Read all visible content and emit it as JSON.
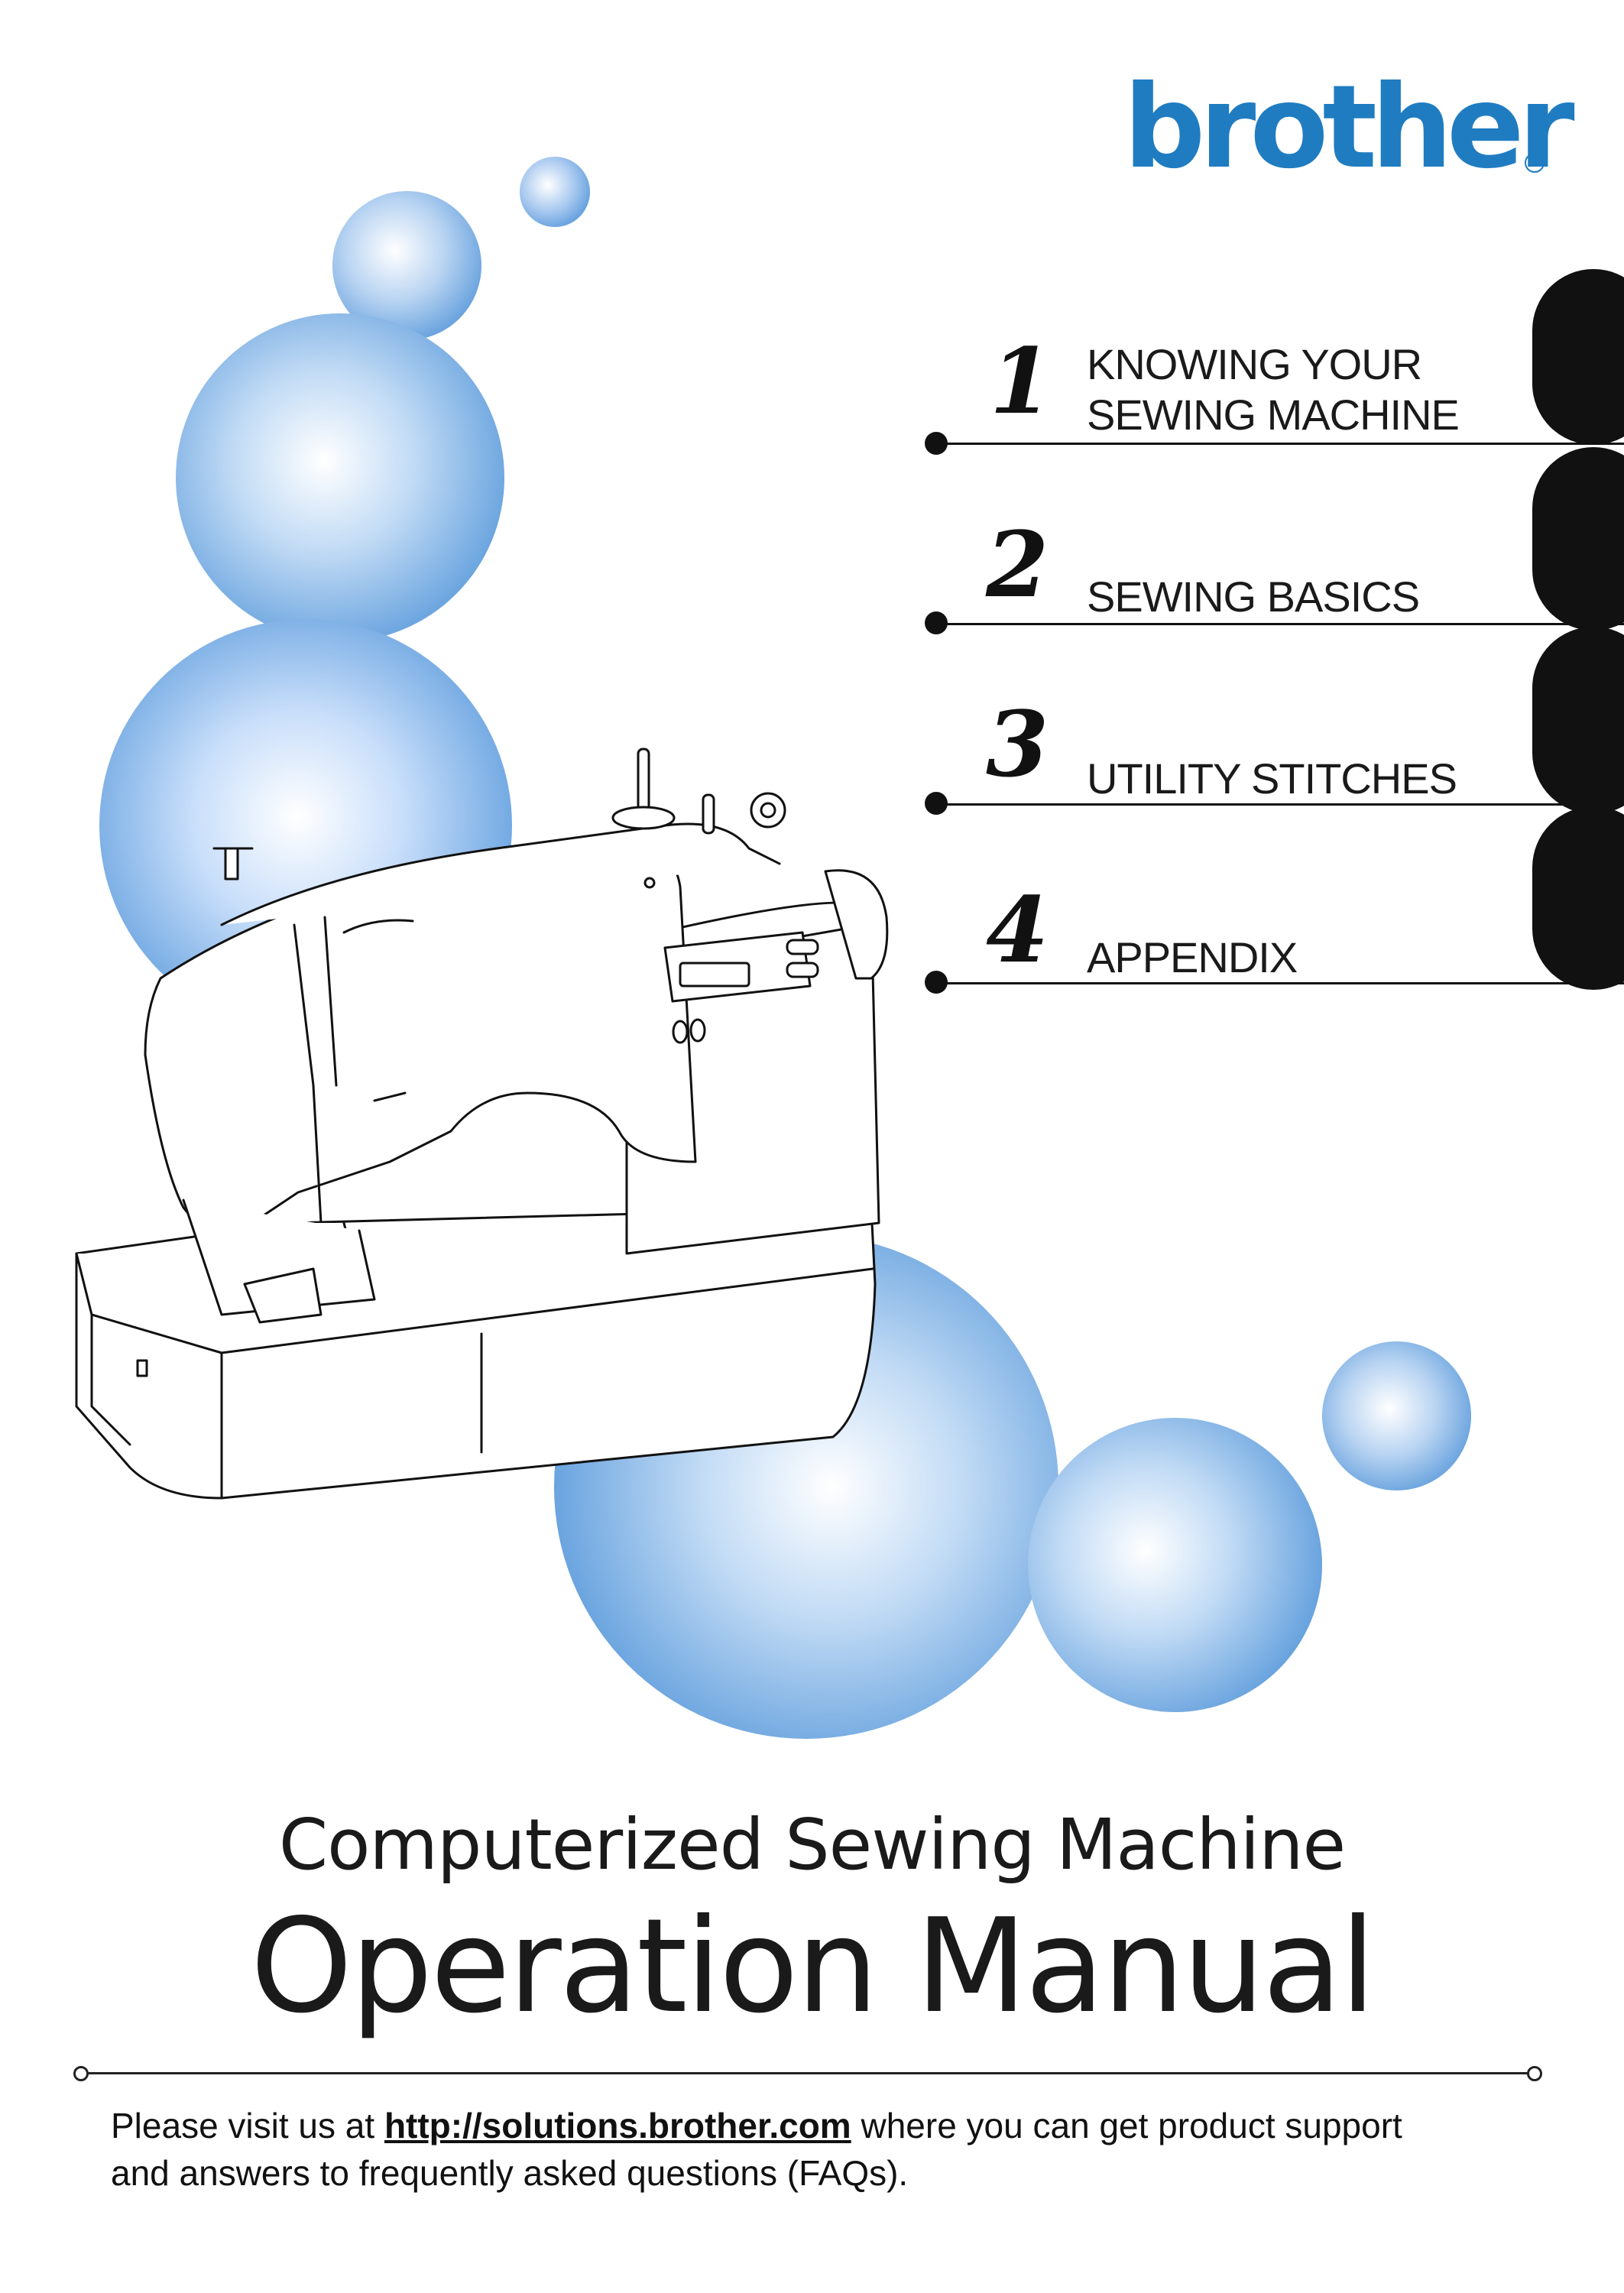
{
  "brand": {
    "logo_text": "brother",
    "registered_mark": "R",
    "color": "#1f7cc1"
  },
  "chapters": [
    {
      "number": "1",
      "title_line1": "KNOWING YOUR",
      "title_line2": "SEWING MACHINE"
    },
    {
      "number": "2",
      "title_line1": "SEWING BASICS",
      "title_line2": ""
    },
    {
      "number": "3",
      "title_line1": "UTILITY STITCHES",
      "title_line2": ""
    },
    {
      "number": "4",
      "title_line1": "APPENDIX",
      "title_line2": ""
    }
  ],
  "subtitle": "Computerized Sewing Machine",
  "title": "Operation Manual",
  "footer": {
    "prefix": "Please visit us at ",
    "link_text": "http://solutions.brother.com",
    "suffix_line1": " where you can get product support",
    "line2": "and answers to frequently asked questions (FAQs)."
  },
  "colors": {
    "bubble_edge": "#2f7fd0",
    "bubble_highlight": "#ffffff",
    "ink": "#111111"
  },
  "illustration": {
    "icon": "sewing-machine-illustration"
  }
}
